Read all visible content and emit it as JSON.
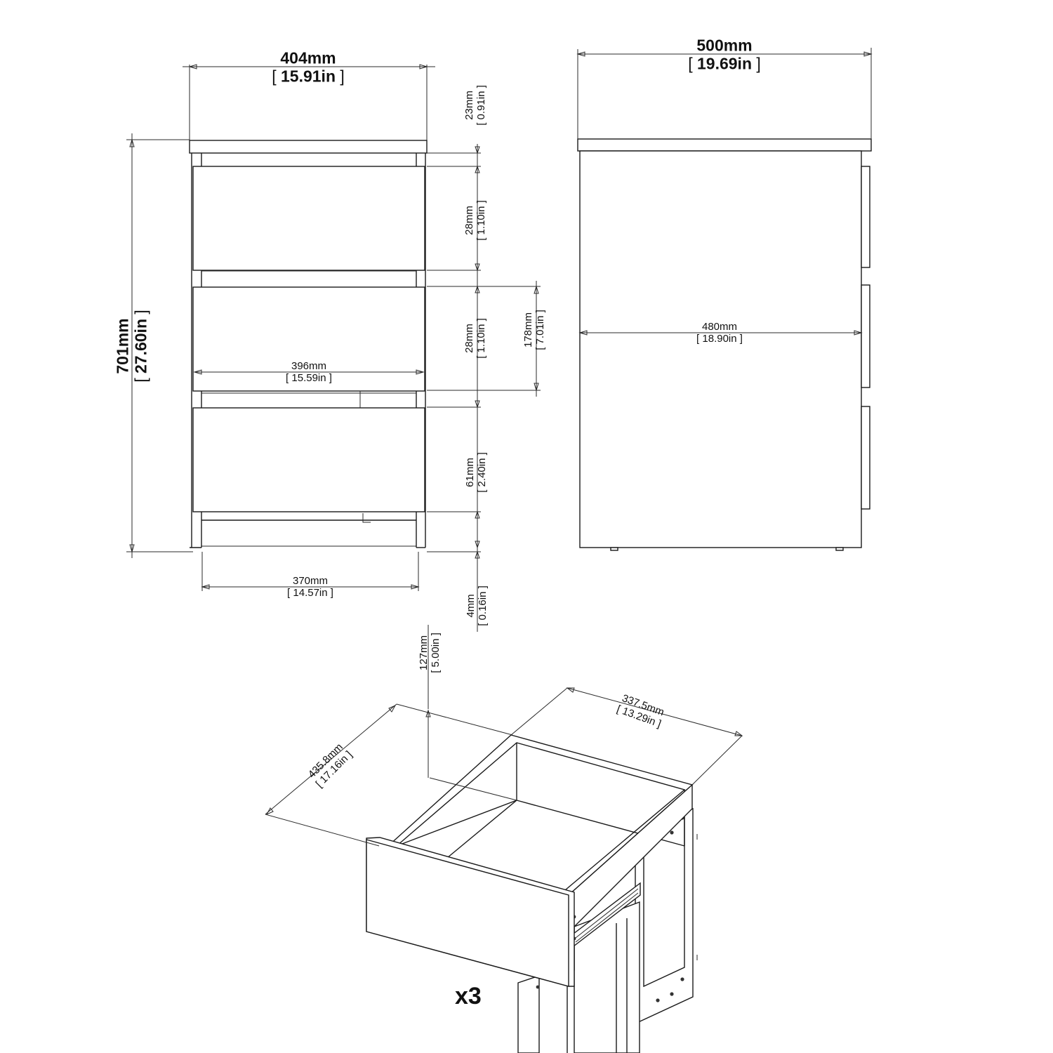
{
  "dimensions": {
    "front_width": {
      "mm": "404mm",
      "inch": "15.91in"
    },
    "side_depth": {
      "mm": "500mm",
      "inch": "19.69in"
    },
    "top_thickness": {
      "mm": "23mm",
      "inch": "0.91in"
    },
    "gap_upper": {
      "mm": "28mm",
      "inch": "1.10in"
    },
    "gap_middle": {
      "mm": "28mm",
      "inch": "1.10in"
    },
    "drawer_height": {
      "mm": "178mm",
      "inch": "7.01in"
    },
    "total_height": {
      "mm": "701mm",
      "inch": "27.60in"
    },
    "inner_width": {
      "mm": "396mm",
      "inch": "15.59in"
    },
    "inner_depth": {
      "mm": "480mm",
      "inch": "18.90in"
    },
    "plinth_height": {
      "mm": "61mm",
      "inch": "2.40in"
    },
    "leg_gap": {
      "mm": "4mm",
      "inch": "0.16in"
    },
    "base_width": {
      "mm": "370mm",
      "inch": "14.57in"
    },
    "drawer_depth": {
      "mm": "127mm",
      "inch": "5.00in"
    },
    "drawer_length": {
      "mm": "435.8mm",
      "inch": "17.16in"
    },
    "drawer_width": {
      "mm": "337.5mm",
      "inch": "13.29in"
    }
  },
  "quantity": "x3"
}
